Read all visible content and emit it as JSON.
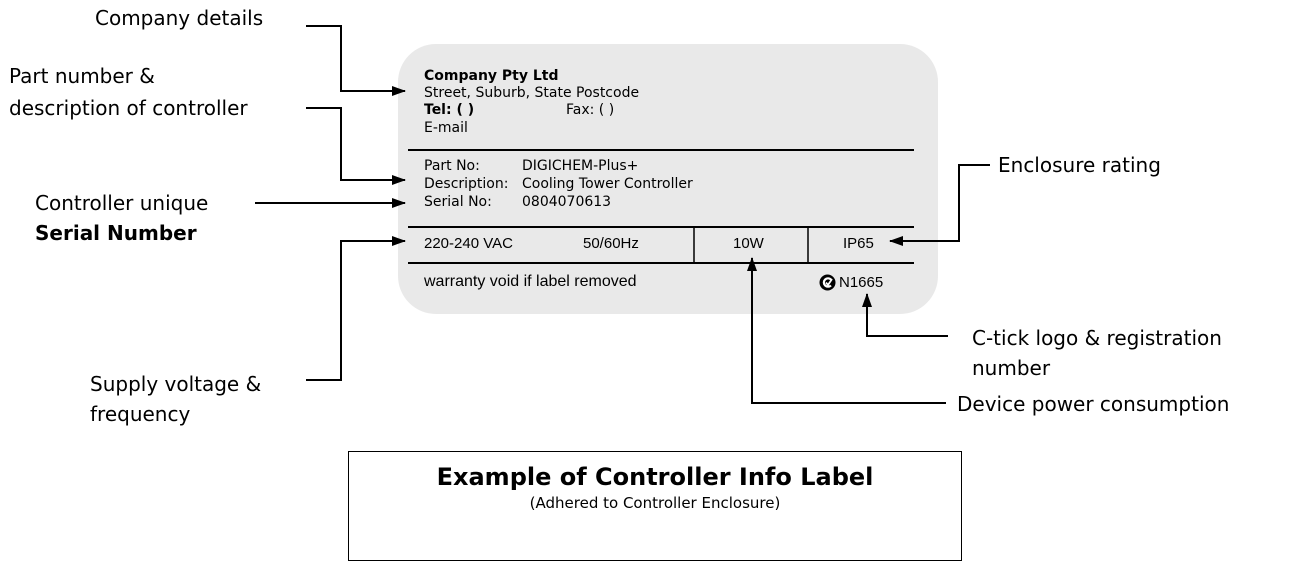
{
  "callouts": {
    "company_details": "Company details",
    "part_number_line1": "Part number &",
    "part_number_line2": "description of controller",
    "serial_line1": "Controller unique",
    "serial_line2": "Serial Number",
    "supply_line1": "Supply voltage &",
    "supply_line2": "frequency",
    "enclosure_rating": "Enclosure rating",
    "ctick_line1": "C-tick logo & registration",
    "ctick_line2": "number",
    "power": "Device power consumption"
  },
  "label": {
    "company_name": "Company Pty Ltd",
    "address": "Street, Suburb, State Postcode",
    "tel": "Tel: ( )",
    "fax": "Fax: ( )",
    "email": "E-mail",
    "part_no_key": "Part No:",
    "part_no_value": "DIGICHEM-Plus+",
    "description_key": "Description:",
    "description_value": "Cooling Tower Controller",
    "serial_key": "Serial No:",
    "serial_value": "0804070613",
    "voltage": "220-240 VAC",
    "frequency": "50/60Hz",
    "power": "10W",
    "ip_rating": "IP65",
    "warranty": "warranty void if label removed",
    "ctick_number": "N1665"
  },
  "caption": {
    "title": "Example of Controller Info Label",
    "subtitle": "(Adhered to Controller Enclosure)"
  }
}
